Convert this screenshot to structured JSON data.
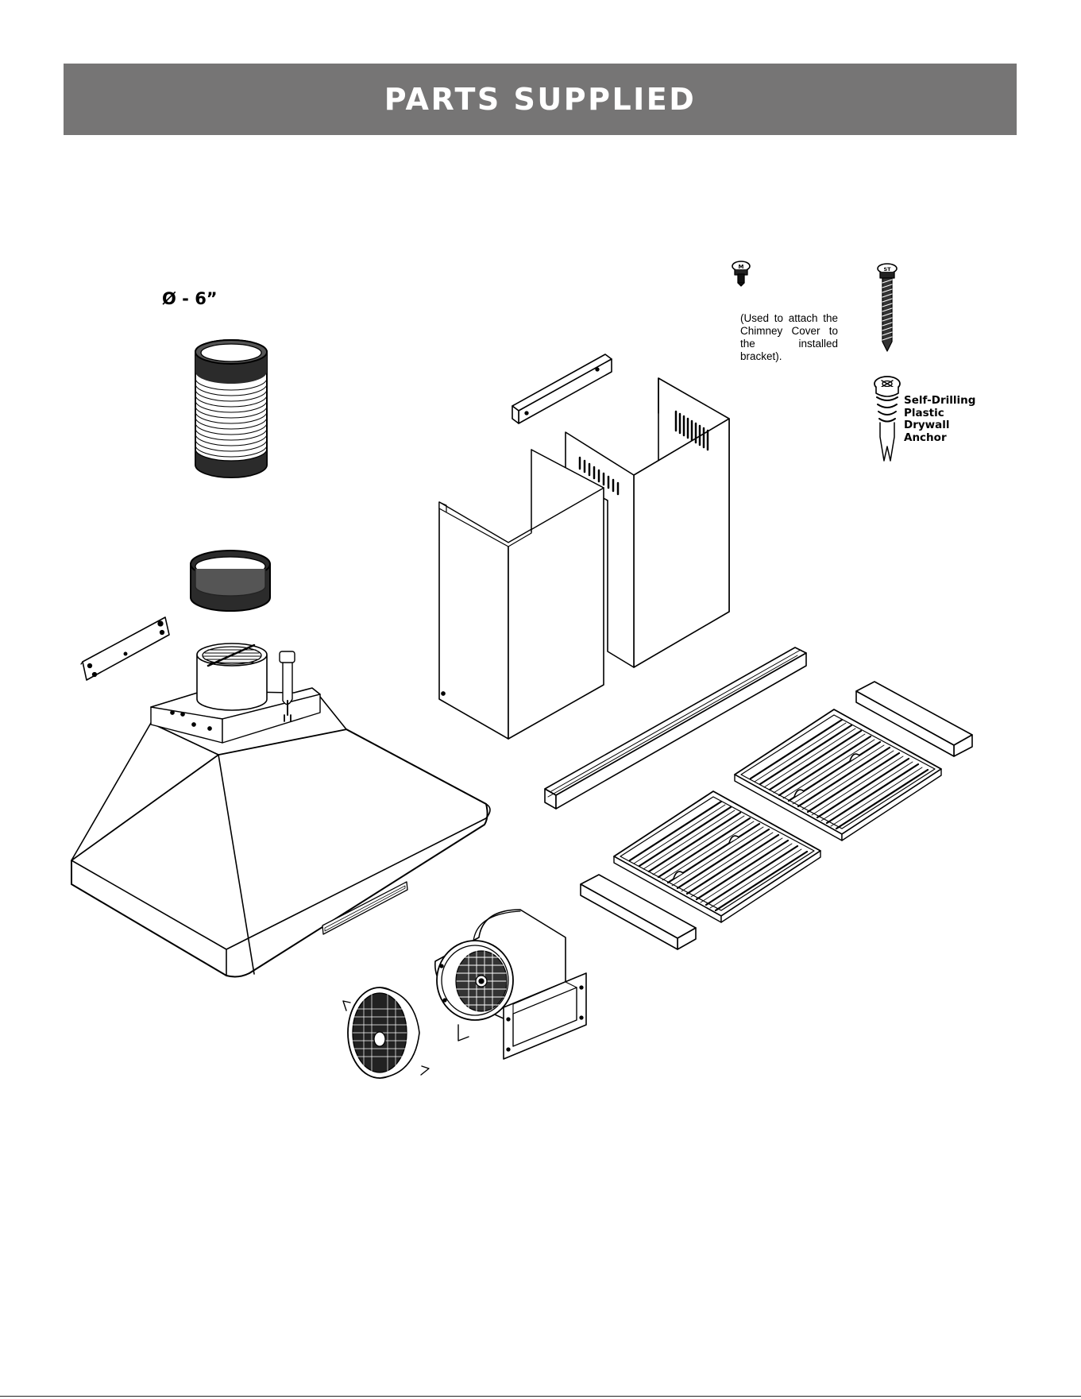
{
  "header": {
    "title": "PARTS SUPPLIED"
  },
  "duct": {
    "diameter_label": "Ø - 6”"
  },
  "screw_note": {
    "line1": "(Used to attach the",
    "line2": "Chimney Cover to",
    "line3": "the installed bracket)."
  },
  "anchor": {
    "line1": "Self-Drilling",
    "line2": "Plastic",
    "line3": "Drywall",
    "line4": "Anchor"
  },
  "screw_heads": {
    "small": "M",
    "long": "ST"
  },
  "colors": {
    "header_bg": "#767575",
    "header_text": "#ffffff",
    "line": "#000000"
  },
  "icons": [
    "flexible-duct-icon",
    "duct-collar-icon",
    "wall-bracket-icon",
    "range-hood-icon",
    "chimney-cover-icon",
    "chimney-bracket-icon",
    "screw-icon",
    "wood-screw-icon",
    "drywall-anchor-icon",
    "rail-icon",
    "baffle-filter-icon",
    "spacer-bar-icon",
    "blower-motor-icon",
    "charcoal-filter-icon"
  ]
}
